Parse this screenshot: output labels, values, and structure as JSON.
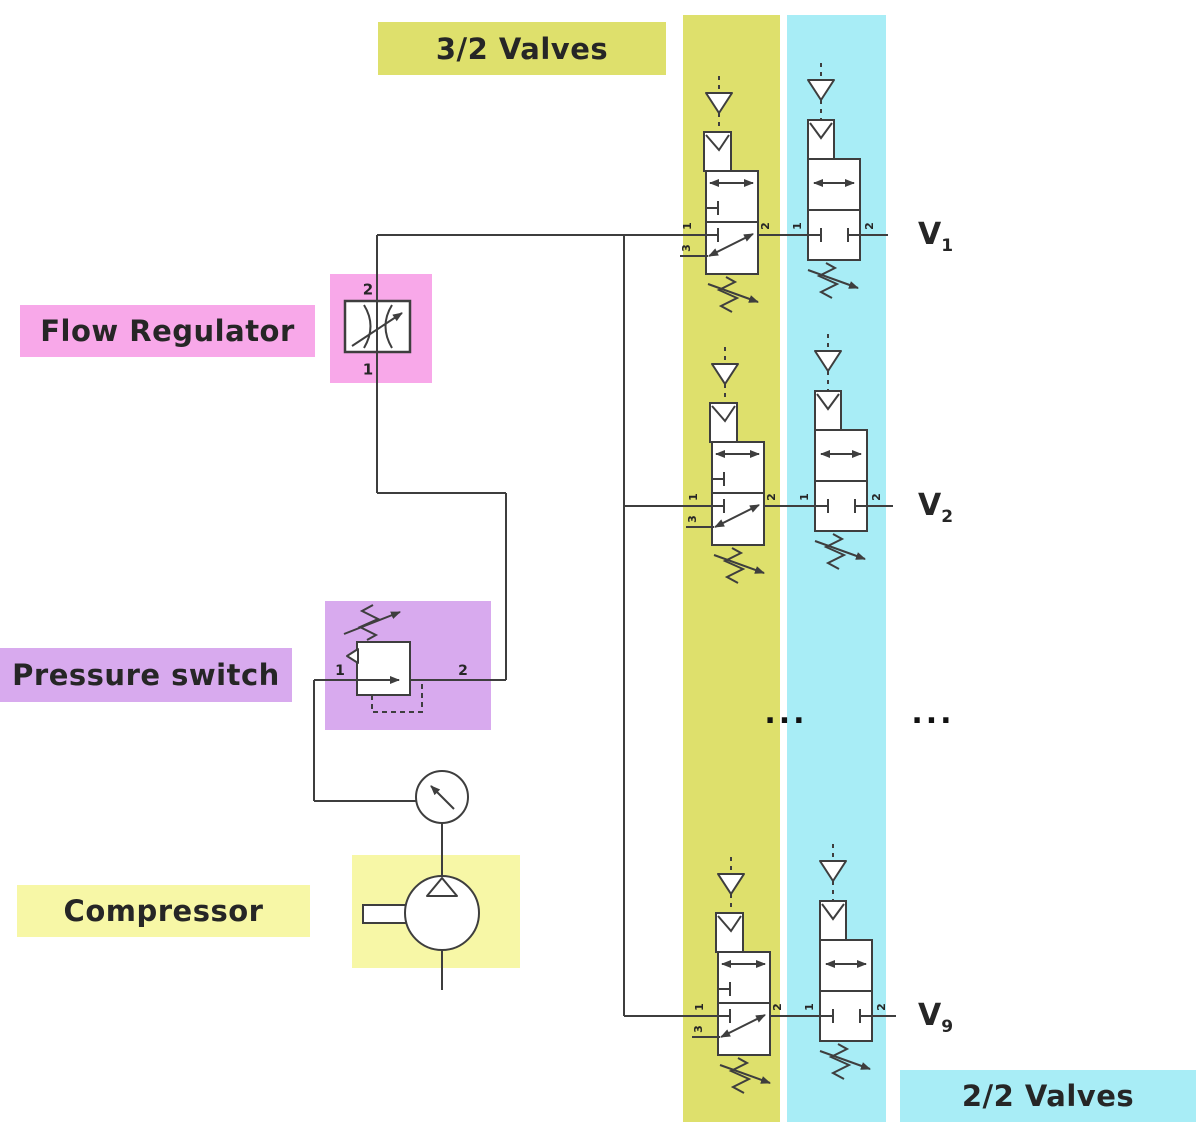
{
  "labels": {
    "valves_32": "3/2 Valves",
    "valves_22": "2/2 Valves",
    "flow_regulator": "Flow Regulator",
    "pressure_switch": "Pressure switch",
    "compressor": "Compressor"
  },
  "valve_rows": [
    {
      "label": "V",
      "sub": "1"
    },
    {
      "label": "V",
      "sub": "2"
    },
    {
      "label": "V",
      "sub": "9"
    }
  ],
  "ellipsis": "...",
  "ports": {
    "three_two": [
      "1",
      "2",
      "3"
    ],
    "two_two": [
      "1",
      "2"
    ],
    "flow_regulator": [
      "2",
      "1"
    ],
    "pressure_switch": [
      "1",
      "2"
    ]
  },
  "colors": {
    "olive_yellow": "#dee06c",
    "cyan": "#a8edf6",
    "pink": "#f8a8e9",
    "purple": "#d8aaee",
    "pale_yellow": "#f7f7a6",
    "line": "#3e3e3e",
    "text": "#262626"
  }
}
